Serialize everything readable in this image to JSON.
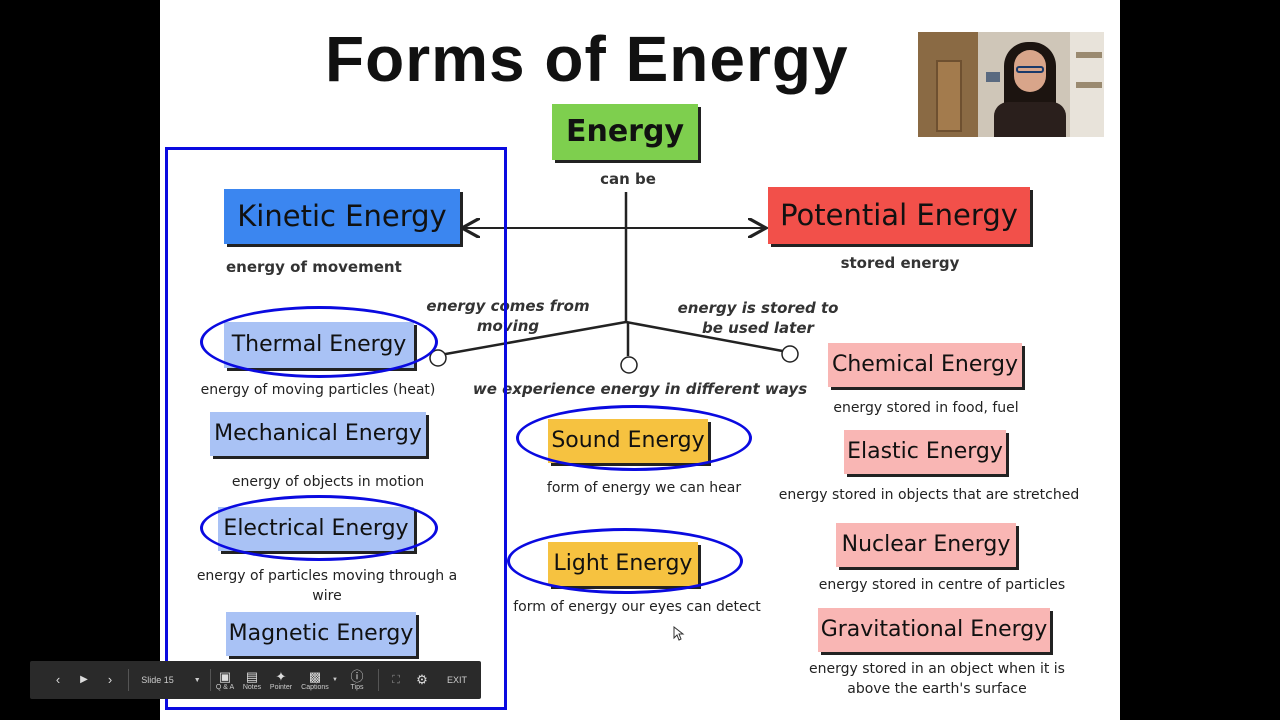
{
  "slide": {
    "title": "Forms of Energy",
    "energy": {
      "label": "Energy",
      "sub": "can be"
    },
    "kinetic": {
      "label": "Kinetic Energy",
      "desc": "energy of movement",
      "branch_note": "energy comes from moving"
    },
    "potential": {
      "label": "Potential Energy",
      "desc": "stored energy",
      "branch_note": "energy is stored to be used later"
    },
    "center_note": "we experience energy in different ways",
    "kinetic_forms": [
      {
        "label": "Thermal Energy",
        "desc": "energy of moving particles (heat)"
      },
      {
        "label": "Mechanical Energy",
        "desc": "energy of objects in motion"
      },
      {
        "label": "Electrical Energy",
        "desc": "energy of particles moving through a wire"
      },
      {
        "label": "Magnetic Energy",
        "desc": ""
      }
    ],
    "center_forms": [
      {
        "label": "Sound Energy",
        "desc": "form of energy we can hear"
      },
      {
        "label": "Light Energy",
        "desc": "form of energy our eyes can detect"
      }
    ],
    "potential_forms": [
      {
        "label": "Chemical Energy",
        "desc": "energy stored in food, fuel"
      },
      {
        "label": "Elastic Energy",
        "desc": "energy stored in objects that are stretched"
      },
      {
        "label": "Nuclear Energy",
        "desc": "energy stored in centre of particles"
      },
      {
        "label": "Gravitational Energy",
        "desc": "energy stored in an object when it is above the earth's surface"
      }
    ],
    "colors": {
      "energy_box": "#7ecf4e",
      "kinetic_box": "#3b86f0",
      "potential_box": "#f2504a",
      "kinetic_forms": "#a9c2f5",
      "center_forms": "#f6c240",
      "potential_forms": "#f9b6b4",
      "annotation": "#0a0ae0"
    }
  },
  "toolbar": {
    "slide_label": "Slide 15",
    "qa_label": "Q & A",
    "notes_label": "Notes",
    "pointer_label": "Pointer",
    "captions_label": "Captions",
    "tips_label": "Tips",
    "exit_label": "EXIT",
    "icons": [
      "chevron-left-icon",
      "play-icon",
      "chevron-right-icon",
      "dropdown-arrow-icon",
      "qa-icon",
      "notes-icon",
      "pointer-icon",
      "captions-icon",
      "info-icon",
      "fullscreen-icon",
      "gear-icon"
    ]
  }
}
